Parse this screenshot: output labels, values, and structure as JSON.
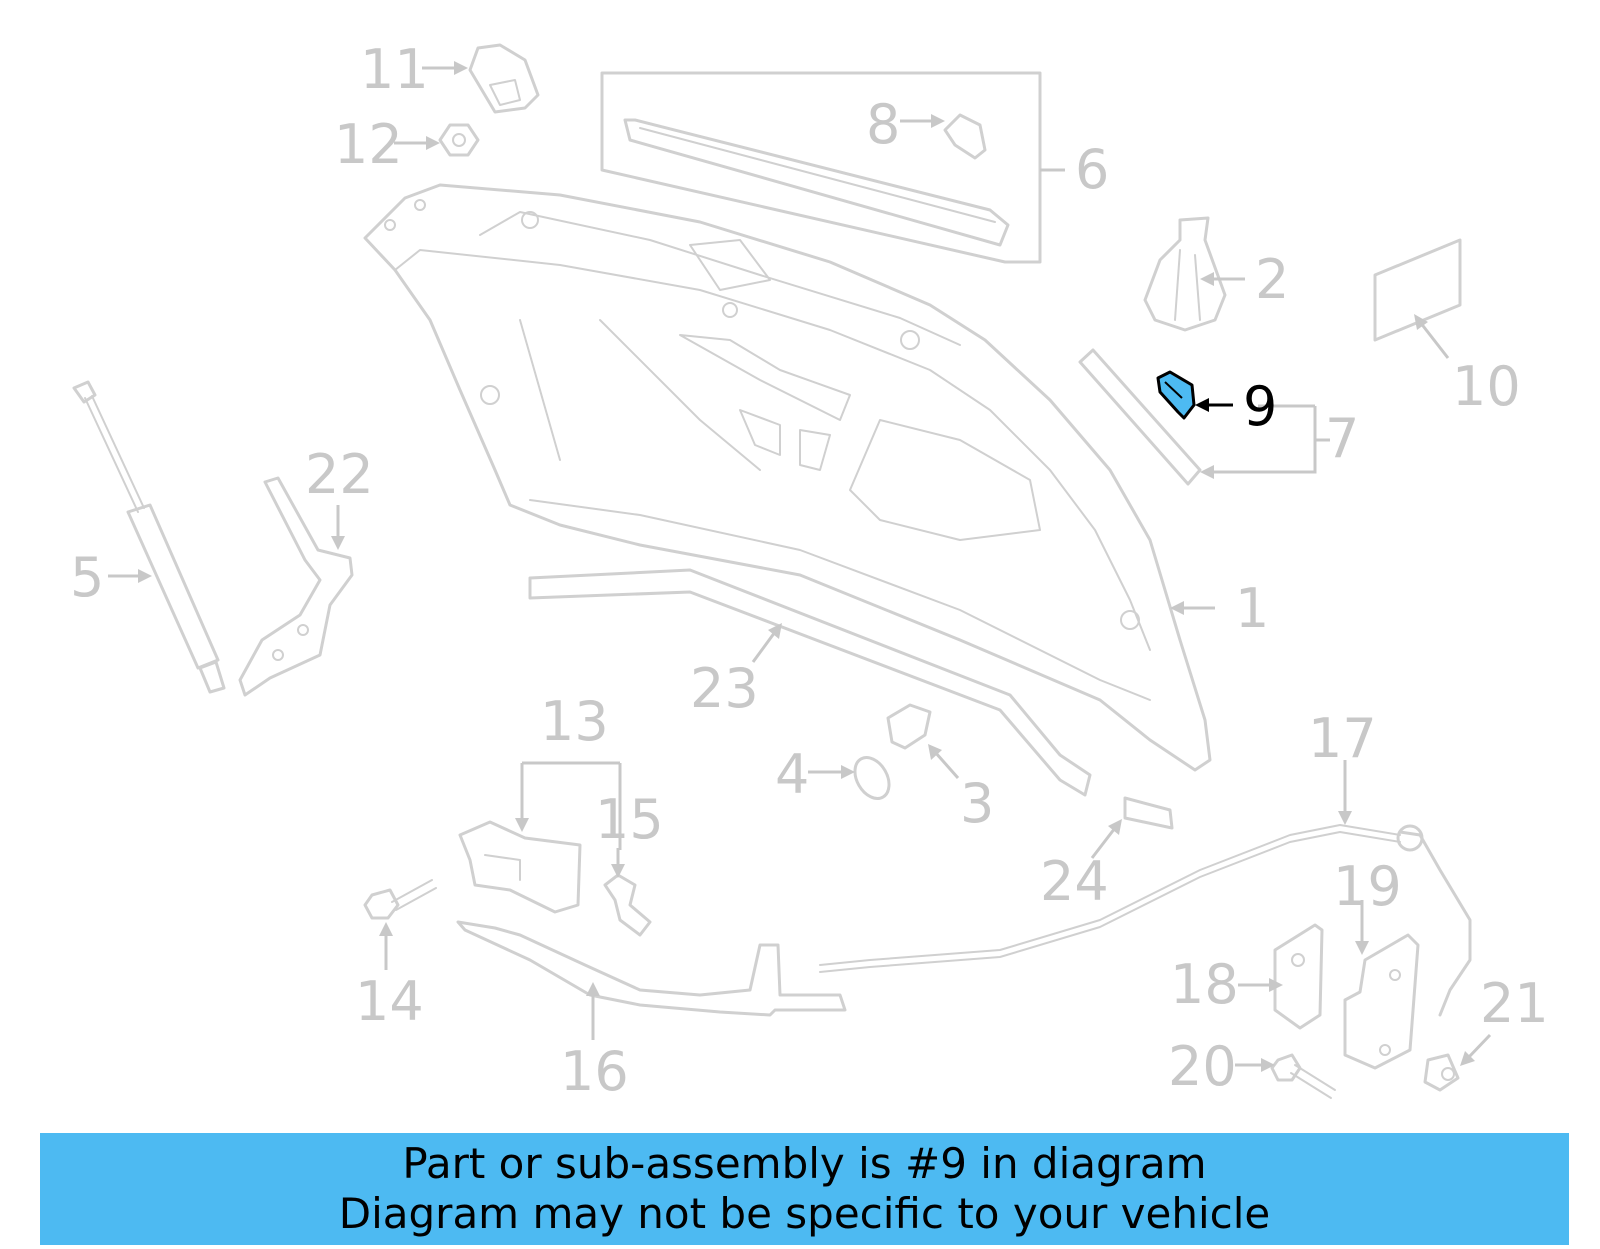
{
  "diagram": {
    "callouts": [
      {
        "id": "1",
        "text": "1"
      },
      {
        "id": "2",
        "text": "2"
      },
      {
        "id": "3",
        "text": "3"
      },
      {
        "id": "4",
        "text": "4"
      },
      {
        "id": "5",
        "text": "5"
      },
      {
        "id": "6",
        "text": "6"
      },
      {
        "id": "7",
        "text": "7"
      },
      {
        "id": "8",
        "text": "8"
      },
      {
        "id": "9",
        "text": "9",
        "highlighted": true
      },
      {
        "id": "10",
        "text": "10"
      },
      {
        "id": "11",
        "text": "11"
      },
      {
        "id": "12",
        "text": "12"
      },
      {
        "id": "13",
        "text": "13"
      },
      {
        "id": "14",
        "text": "14"
      },
      {
        "id": "15",
        "text": "15"
      },
      {
        "id": "16",
        "text": "16"
      },
      {
        "id": "17",
        "text": "17"
      },
      {
        "id": "18",
        "text": "18"
      },
      {
        "id": "19",
        "text": "19"
      },
      {
        "id": "20",
        "text": "20"
      },
      {
        "id": "21",
        "text": "21"
      },
      {
        "id": "22",
        "text": "22"
      },
      {
        "id": "23",
        "text": "23"
      },
      {
        "id": "24",
        "text": "24"
      }
    ],
    "colors": {
      "line_art": "#d0d0d0",
      "callout_text": "#c8c8c8",
      "highlight_fill": "#4dbaf2",
      "highlight_text": "#000000"
    }
  },
  "banner": {
    "line1": "Part or sub-assembly is #9 in diagram",
    "line2": "Diagram may not be specific to your vehicle",
    "background": "#4dbaf2"
  }
}
